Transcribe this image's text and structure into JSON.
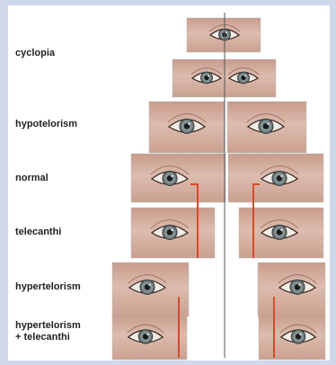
{
  "labels": {
    "cyclopia": "cyclopia",
    "hypotelorism": "hypotelorism",
    "normal": "normal",
    "telecanthi": "telecanthi",
    "hypertelorism": "hypertelorism",
    "hypertelorism_telecanthi_1": "hypertelorism",
    "hypertelorism_telecanthi_2": "+ telecanthi"
  },
  "colors": {
    "background": "#cfd8ea",
    "panel": "#ffffff",
    "midline": "#555555",
    "marker": "#d64a2a",
    "skin": "#d9b4a4",
    "iris": "#7d8a8c",
    "pupil": "#1b1b1b"
  }
}
